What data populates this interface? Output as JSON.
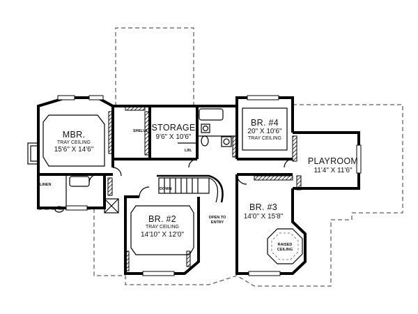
{
  "rooms": {
    "mbr": {
      "name": "MBR.",
      "note": "TRAY CEILING",
      "dims": "15'6\" X 14'6\""
    },
    "storage": {
      "name": "STORAGE",
      "dims": "9'6\" X 10'6\""
    },
    "br4": {
      "name": "BR. #4",
      "dims": "20\" X 10'6\"",
      "note": "TRAY CEILING"
    },
    "playroom": {
      "name": "PLAYROOM",
      "dims": "11'4\" X 11'6\""
    },
    "br2": {
      "name": "BR. #2",
      "note": "TRAY CEILING",
      "dims": "14'10\" X 12'0\""
    },
    "br3": {
      "name": "BR. #3",
      "dims": "14'0\" X 15'8\""
    }
  },
  "labels": {
    "shelves": "SHELVES",
    "linen": "LINEN",
    "lin": "LIN.",
    "down": "DOWN",
    "open_to_entry_1": "OPEN TO",
    "open_to_entry_2": "ENTRY",
    "raised_ceiling_1": "RAISED",
    "raised_ceiling_2": "CEILING"
  }
}
